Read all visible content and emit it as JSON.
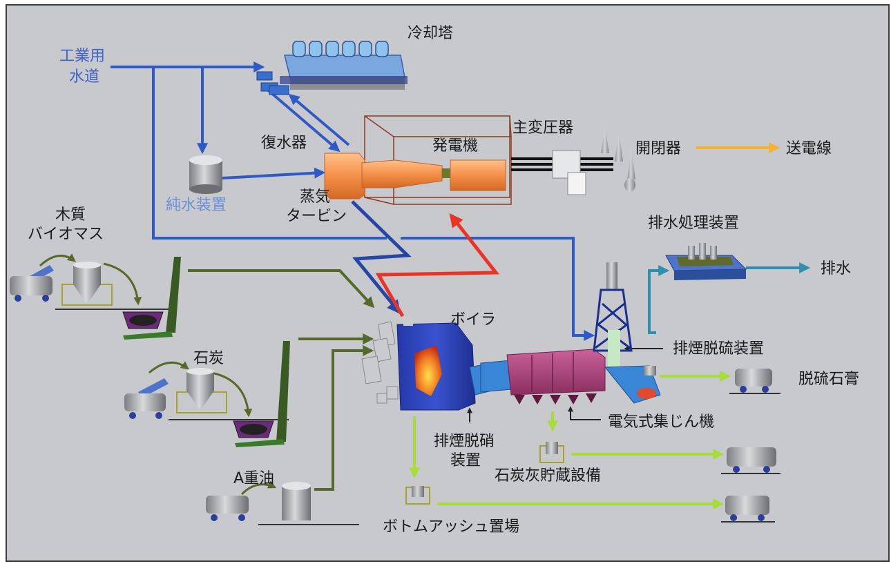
{
  "labels": {
    "cooling_tower": "冷却塔",
    "industrial_water": "工業用水道",
    "industrial_water_l1": "工業用",
    "industrial_water_l2": "水道",
    "condenser": "復水器",
    "generator": "発電機",
    "main_transformer": "主変圧器",
    "switchgear": "開閉器",
    "transmission_line": "送電線",
    "pure_water": "純水装置",
    "steam_turbine_l1": "蒸気",
    "steam_turbine_l2": "タービン",
    "wood_biomass_l1": "木質",
    "wood_biomass_l2": "バイオマス",
    "wastewater_treatment": "排水処理装置",
    "wastewater": "排水",
    "boiler": "ボイラ",
    "fgd": "排煙脱硫装置",
    "coal": "石炭",
    "gypsum": "脱硫石膏",
    "esp": "電気式集じん機",
    "denox_l1": "排煙脱硝",
    "denox_l2": "装置",
    "heavy_oil": "A重油",
    "coal_ash_storage": "石炭灰貯蔵設備",
    "bottom_ash": "ボトムアッシュ置場"
  },
  "colors": {
    "background": "#c7c9cc",
    "water_line": "#2f59c4",
    "steam_line": "#2646a6",
    "hot_line": "#e83325",
    "power_line": "#f2b233",
    "fuel_line": "#55692b",
    "ash_line": "#a6dd3a",
    "wastewater_line": "#2f8fae",
    "turbine": "#f4904a",
    "boiler": "#2a40b8",
    "esp": "#b2477c"
  },
  "icons": [
    "cooling-tower-icon",
    "condenser-icon",
    "turbine-icon",
    "generator-icon",
    "transformer-icon",
    "switchgear-icon",
    "pure-water-tank-icon",
    "truck-icon",
    "hopper-icon",
    "conveyor-icon",
    "boiler-icon",
    "esp-icon",
    "desulfurization-tower-icon",
    "wastewater-plant-icon",
    "silo-icon",
    "oil-tank-icon"
  ]
}
